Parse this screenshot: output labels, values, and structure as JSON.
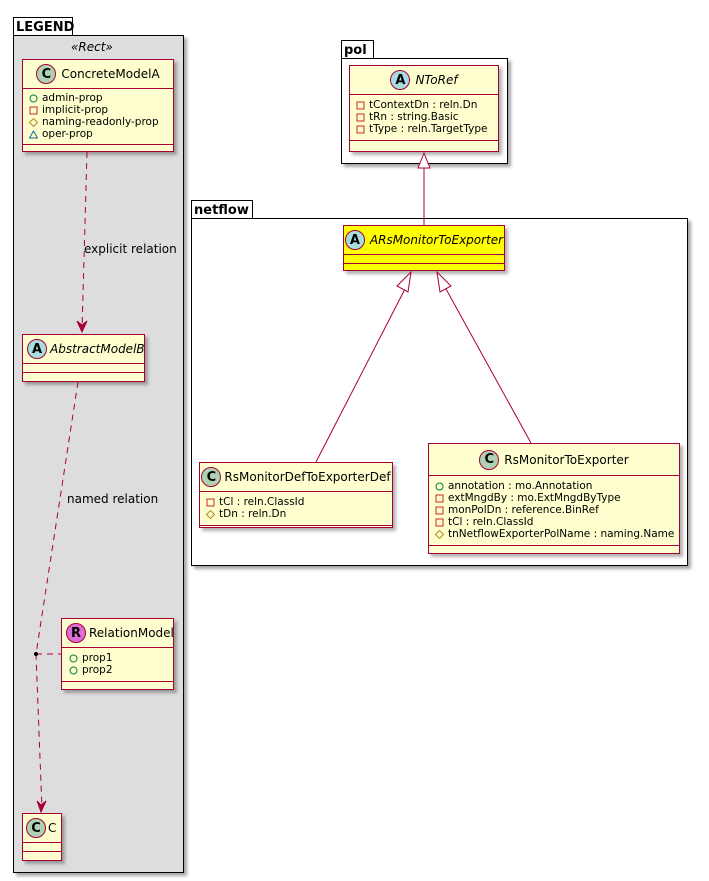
{
  "legend": {
    "title": "LEGEND",
    "stereotype": "«Rect»",
    "classes": {
      "concrete": {
        "badge": "C",
        "name": "ConcreteModelA",
        "attrs": [
          {
            "vis": "public",
            "text": "admin-prop"
          },
          {
            "vis": "private",
            "text": "implicit-prop"
          },
          {
            "vis": "protected",
            "text": "naming-readonly-prop"
          },
          {
            "vis": "package",
            "text": "oper-prop"
          }
        ]
      },
      "abstract": {
        "badge": "A",
        "name": "AbstractModelB"
      },
      "relation": {
        "badge": "R",
        "name": "RelationModel",
        "attrs": [
          {
            "vis": "public",
            "text": "prop1"
          },
          {
            "vis": "public",
            "text": "prop2"
          }
        ]
      },
      "c": {
        "badge": "C",
        "name": "C"
      }
    },
    "labels": {
      "explicit": "explicit relation",
      "named": "named relation"
    }
  },
  "packages": {
    "pol": {
      "title": "pol",
      "class": {
        "badge": "A",
        "name": "NToRef",
        "attrs": [
          {
            "vis": "private",
            "text": "tContextDn : reln.Dn"
          },
          {
            "vis": "private",
            "text": "tRn : string.Basic"
          },
          {
            "vis": "private",
            "text": "tType : reln.TargetType"
          }
        ]
      }
    },
    "netflow": {
      "title": "netflow",
      "highlight": {
        "badge": "A",
        "name": "ARsMonitorToExporter",
        "color": "#FFFF00"
      },
      "def": {
        "badge": "C",
        "name": "RsMonitorDefToExporterDef",
        "attrs": [
          {
            "vis": "private",
            "text": "tCl : reln.ClassId"
          },
          {
            "vis": "protected",
            "text": "tDn : reln.Dn"
          }
        ]
      },
      "exporter": {
        "badge": "C",
        "name": "RsMonitorToExporter",
        "attrs": [
          {
            "vis": "public",
            "text": "annotation : mo.Annotation"
          },
          {
            "vis": "private",
            "text": "extMngdBy : mo.ExtMngdByType"
          },
          {
            "vis": "private",
            "text": "monPolDn : reference.BinRef"
          },
          {
            "vis": "private",
            "text": "tCl : reln.ClassId"
          },
          {
            "vis": "protected",
            "text": "tnNetflowExporterPolName : naming.Name"
          }
        ]
      }
    }
  },
  "colors": {
    "border": "#A80036",
    "class_fill": "#FEFECE",
    "legend_fill": "#DDDDDD",
    "highlight_fill": "#FFFF00"
  }
}
